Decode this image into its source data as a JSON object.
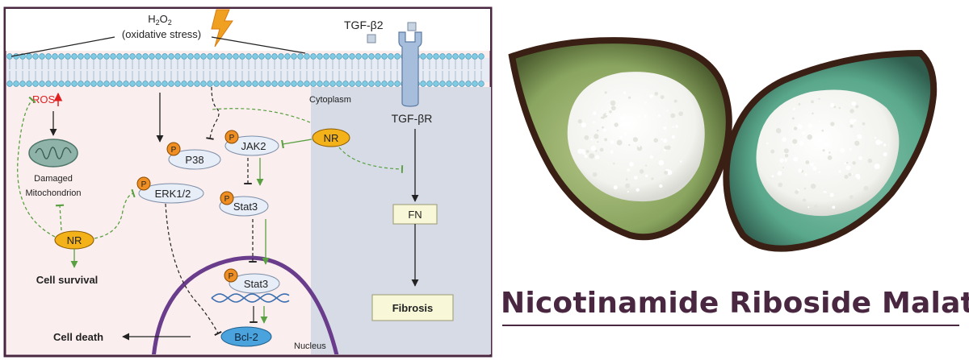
{
  "diagram": {
    "h2o2_label": "H2O2",
    "oxidative_stress_label": "(oxidative stress)",
    "tgf_b2_label": "TGF-β2",
    "ros_label": "ROS",
    "cytoplasm_label": "Cytoplasm",
    "tgf_br_label": "TGF-βR",
    "damaged_label": "Damaged",
    "mitochondrion_label": "Mitochondrion",
    "p38_label": "P38",
    "jak2_label": "JAK2",
    "erk_label": "ERK1/2",
    "stat3_label": "Stat3",
    "stat3_nuclear_label": "Stat3",
    "nr_label": "NR",
    "fn_label": "FN",
    "fibrosis_label": "Fibrosis",
    "cell_survival_label": "Cell survival",
    "cell_death_label": "Cell death",
    "bcl2_label": "Bcl-2",
    "nucleus_label": "Nucleus",
    "phospho_label": "P",
    "colors": {
      "frame": "#4a2741",
      "left_bg": "#fbeeee",
      "right_bg": "#d6dbe6",
      "ros": "#e02020",
      "nr_fill": "#f3b21a",
      "phospho_fill": "#ef8f23",
      "green_arrow": "#58a040",
      "nucleus": "#6a3d8c",
      "bcl2_fill": "#4aa3dc"
    }
  },
  "product": {
    "title": "Nicotinamide Riboside Malate",
    "image_icon": "powder-bowls-photo"
  }
}
